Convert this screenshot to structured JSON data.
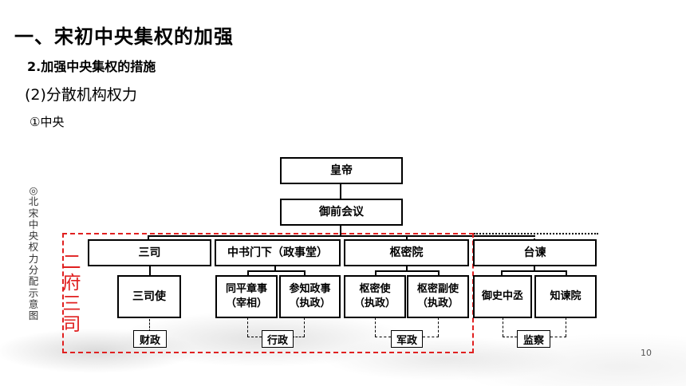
{
  "heading": "一、宋初中央集权的加强",
  "subheading": "2.加强中央集权的措施",
  "section": "(2)分散机构权力",
  "item": "①中央",
  "caption": "◎北宋中央权力分配示意图",
  "highlight": "二府三司",
  "page_number": "10",
  "colors": {
    "highlight": "#e02020",
    "border": "#000000"
  },
  "chart": {
    "emperor": "皇帝",
    "council": "御前会议",
    "sansi": "三司",
    "zhongshu": "中书门下（政事堂）",
    "shumi": "枢密院",
    "taijian": "台谏",
    "sansi_shi": "三司使",
    "tongping_l1": "同平章事",
    "tongping_l2": "（宰相）",
    "canzhi_l1": "参知政事",
    "canzhi_l2": "（执政）",
    "shumishi_l1": "枢密使",
    "shumishi_l2": "（执政）",
    "shumifu_l1": "枢密副使",
    "shumifu_l2": "（执政）",
    "yushi": "御史中丞",
    "zhijian": "知谏院",
    "caizheng": "财政",
    "xingzheng": "行政",
    "junzheng": "军政",
    "jiancha": "监察"
  }
}
